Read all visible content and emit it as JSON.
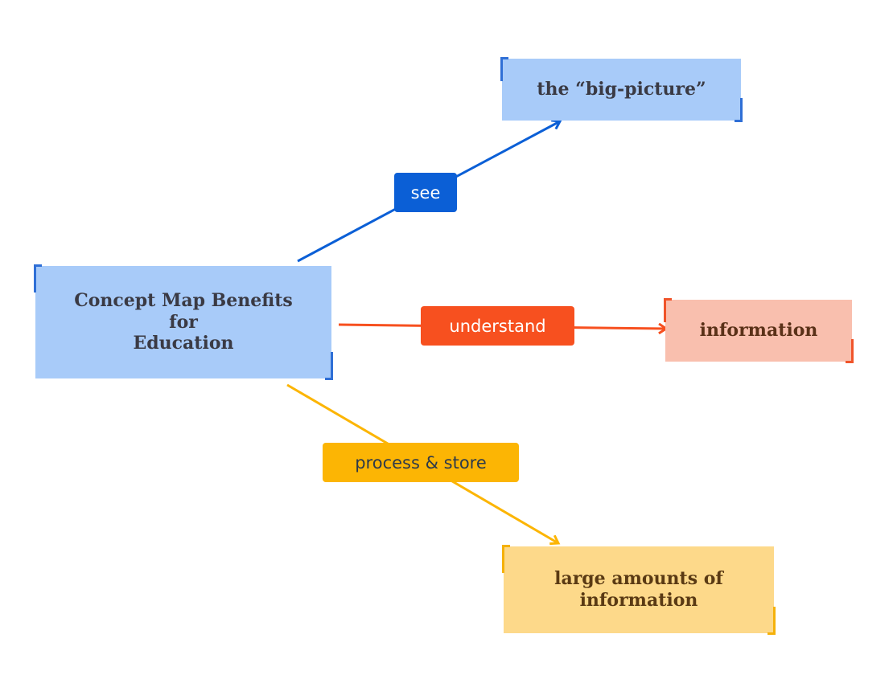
{
  "central": {
    "title": "Concept Map Benefits\nfor\nEducation"
  },
  "nodes": {
    "big_picture": "the “big-picture”",
    "information": "information",
    "large_amounts": "large amounts of\ninformation"
  },
  "links": {
    "see": "see",
    "understand": "understand",
    "process_store": "process & store"
  },
  "colors": {
    "blue_node": "#a8cbf9",
    "blue_accent": "#0b5fd6",
    "orange_node": "#f9bfae",
    "orange_accent": "#f7501f",
    "yellow_node": "#fdd98a",
    "yellow_accent": "#fcb504"
  }
}
